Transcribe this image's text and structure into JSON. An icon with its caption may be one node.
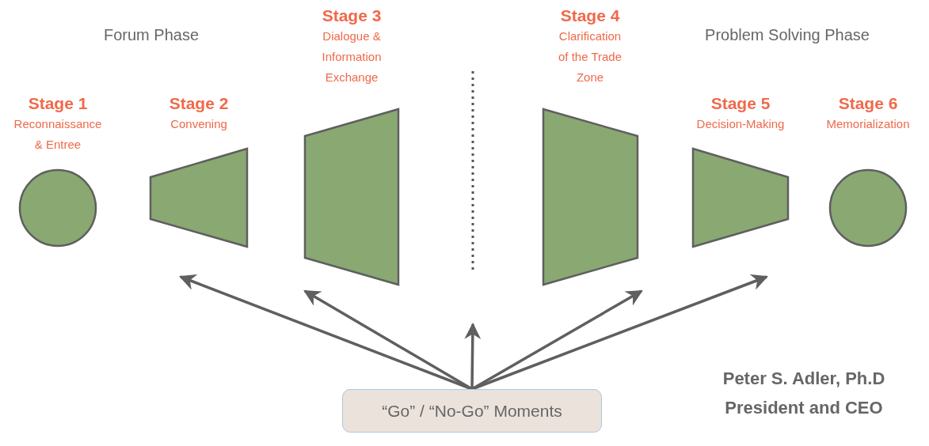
{
  "diagram": {
    "nodes": [
      {
        "text": [
          "Stage 1",
          "Reconnaissance & Entree"
        ]
      },
      {
        "text": [
          "Stage 2",
          "Convening"
        ]
      },
      {
        "text": [
          "Stage 3",
          "Dialogue & Information Exchange"
        ]
      },
      {
        "text": [
          "Stage 4",
          "Clarification of the Trade Zone"
        ]
      },
      {
        "text": [
          "Stage 5",
          "Decision-Making"
        ]
      },
      {
        "text": [
          "Stage 6",
          "Memorialization"
        ]
      },
      {
        "text": [
          "“Go” / “No-Go” Moments"
        ]
      }
    ],
    "edges": [
      {
        "from": 6,
        "to": null,
        "arrow": "to"
      },
      {
        "from": 6,
        "to": null,
        "arrow": "to"
      },
      {
        "from": 6,
        "to": null,
        "arrow": "to"
      },
      {
        "from": 6,
        "to": null,
        "arrow": "to"
      },
      {
        "from": 6,
        "to": null,
        "arrow": "to"
      }
    ],
    "labels": [
      "Forum Phase",
      "Problem Solving Phase",
      "Peter S. Adler, Ph.D",
      "President and CEO"
    ]
  }
}
